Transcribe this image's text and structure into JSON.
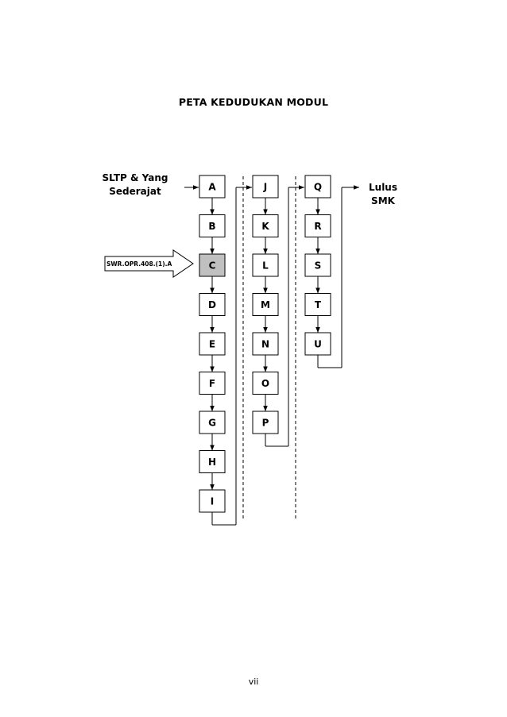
{
  "page": {
    "title": "PETA KEDUDUKAN MODUL",
    "page_number": "vii"
  },
  "diagram": {
    "start_label_line1": "SLTP & Yang",
    "start_label_line2": "Sederajat",
    "end_label_line1": "Lulus",
    "end_label_line2": "SMK",
    "current_module_code": "SWR.OPR.408.(1).A",
    "highlight_color": "#c0c0c0",
    "current_module": "C",
    "columns": [
      {
        "modules": [
          "A",
          "B",
          "C",
          "D",
          "E",
          "F",
          "G",
          "H",
          "I"
        ]
      },
      {
        "modules": [
          "J",
          "K",
          "L",
          "M",
          "N",
          "O",
          "P"
        ]
      },
      {
        "modules": [
          "Q",
          "R",
          "S",
          "T",
          "U"
        ]
      }
    ]
  }
}
